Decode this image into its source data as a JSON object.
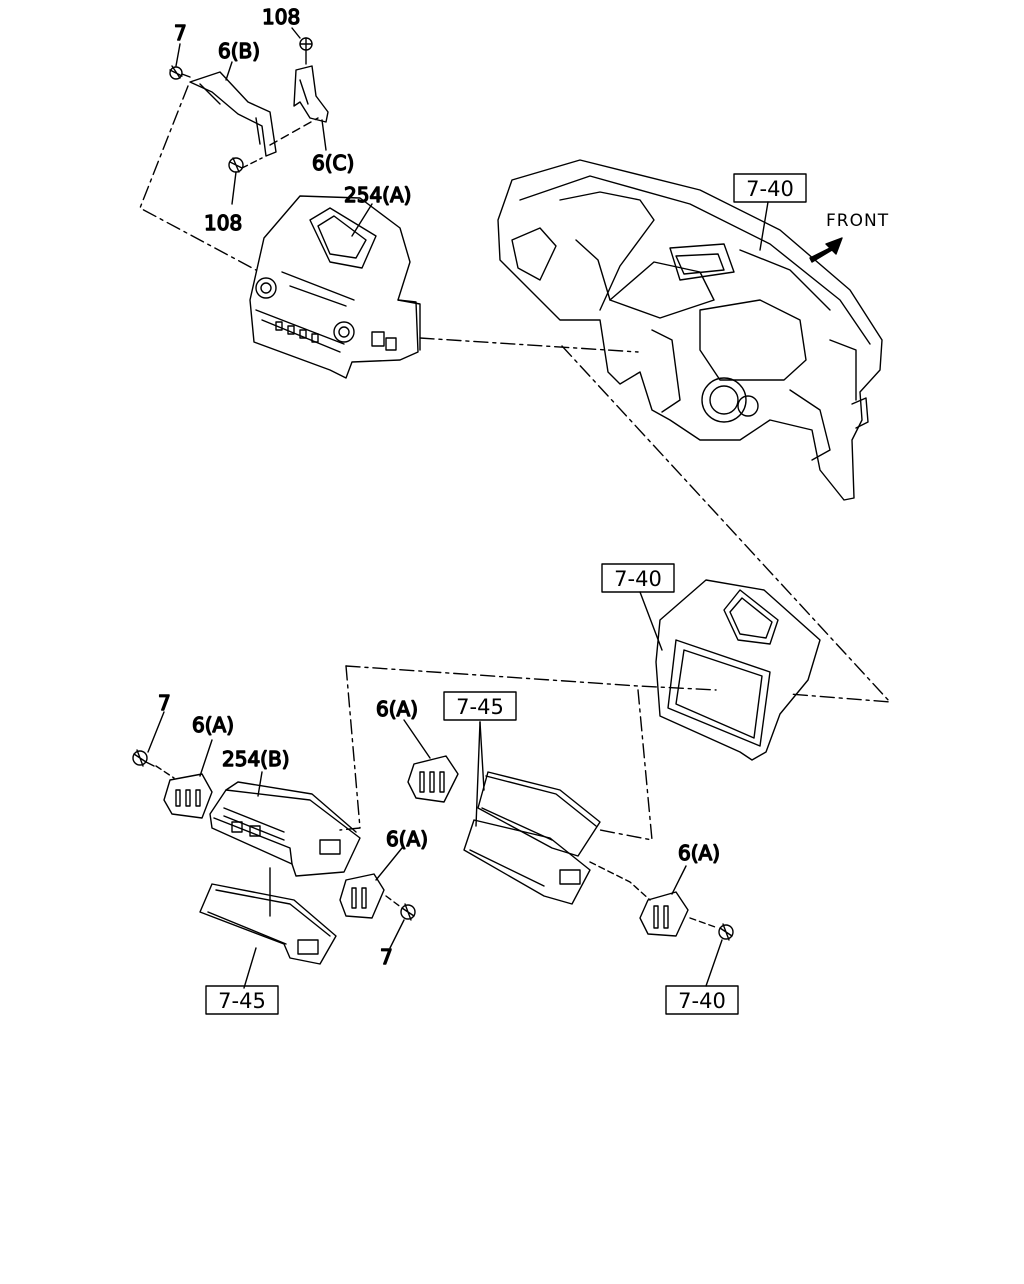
{
  "callouts": {
    "c7_a": "7",
    "c108_a": "108",
    "c6b": "6(B)",
    "c6c": "6(C)",
    "c108_b": "108",
    "c254a": "254(A)",
    "c7_b": "7",
    "c6a_1": "6(A)",
    "c254b": "254(B)",
    "c6a_2": "6(A)",
    "c6a_3": "6(A)",
    "c6a_4": "6(A)",
    "c7_c": "7"
  },
  "refs": {
    "r740_top": "7-40",
    "r740_mid": "7-40",
    "r745_mid": "7-45",
    "r745_bot": "7-45",
    "r740_bot": "7-40"
  },
  "front_label": "FRONT",
  "colors": {
    "line": "#000000",
    "background": "#ffffff"
  }
}
